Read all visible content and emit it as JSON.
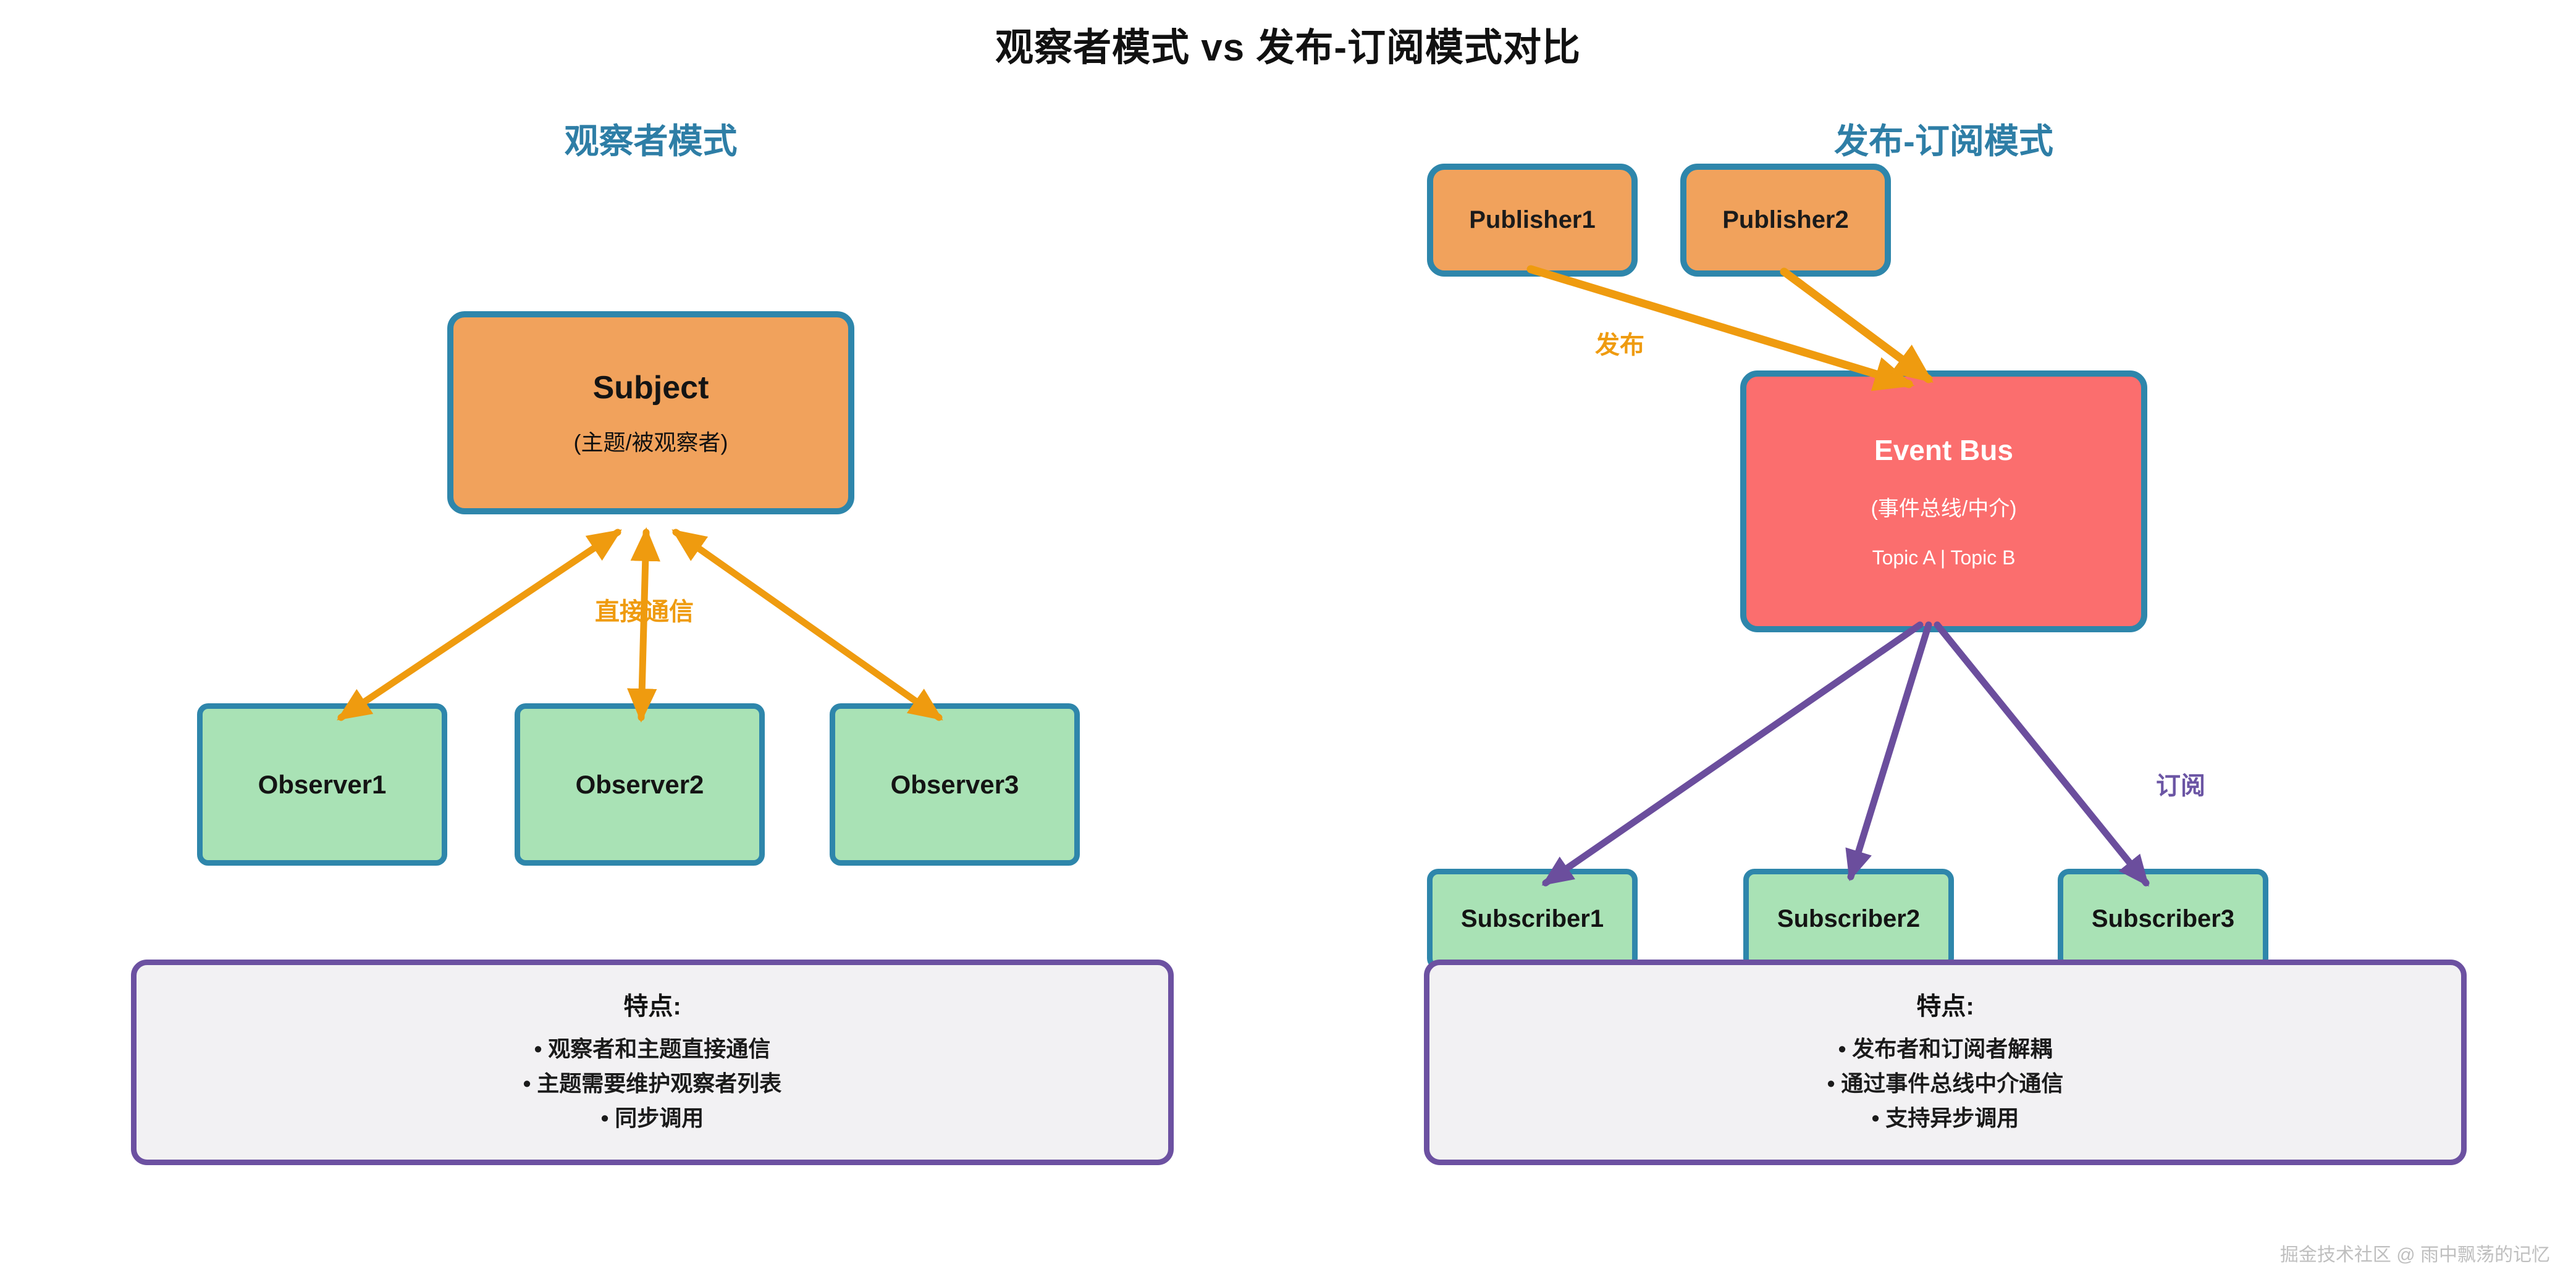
{
  "title": "观察者模式 vs 发布-订阅模式对比",
  "watermark": "掘金技术社区 @ 雨中飘荡的记忆",
  "colors": {
    "section_title_teal": "#2E7EA6",
    "box_border_teal": "#2E86AB",
    "orange_fill": "#F1A25C",
    "green_fill": "#A9E2B5",
    "red_fill": "#FB6E6E",
    "features_fill": "#F2F1F3",
    "features_border_purple": "#6C51A1",
    "arrow_orange": "#EF9B0F",
    "arrow_purple": "#6B4E9D"
  },
  "observer_section": {
    "title": "观察者模式",
    "subject": {
      "name": "Subject",
      "subtitle": "(主题/被观察者)"
    },
    "arrow_label": "直接通信",
    "observers": [
      "Observer1",
      "Observer2",
      "Observer3"
    ],
    "features": {
      "title": "特点:",
      "items": [
        "• 观察者和主题直接通信",
        "• 主题需要维护观察者列表",
        "• 同步调用"
      ]
    }
  },
  "pubsub_section": {
    "title": "发布-订阅模式",
    "publishers": [
      "Publisher1",
      "Publisher2"
    ],
    "publish_label": "发布",
    "event_bus": {
      "name": "Event Bus",
      "subtitle": "(事件总线/中介)",
      "topics": "Topic A | Topic B"
    },
    "subscribe_label": "订阅",
    "subscribers": [
      "Subscriber1",
      "Subscriber2",
      "Subscriber3"
    ],
    "features": {
      "title": "特点:",
      "items": [
        "• 发布者和订阅者解耦",
        "• 通过事件总线中介通信",
        "• 支持异步调用"
      ]
    }
  }
}
